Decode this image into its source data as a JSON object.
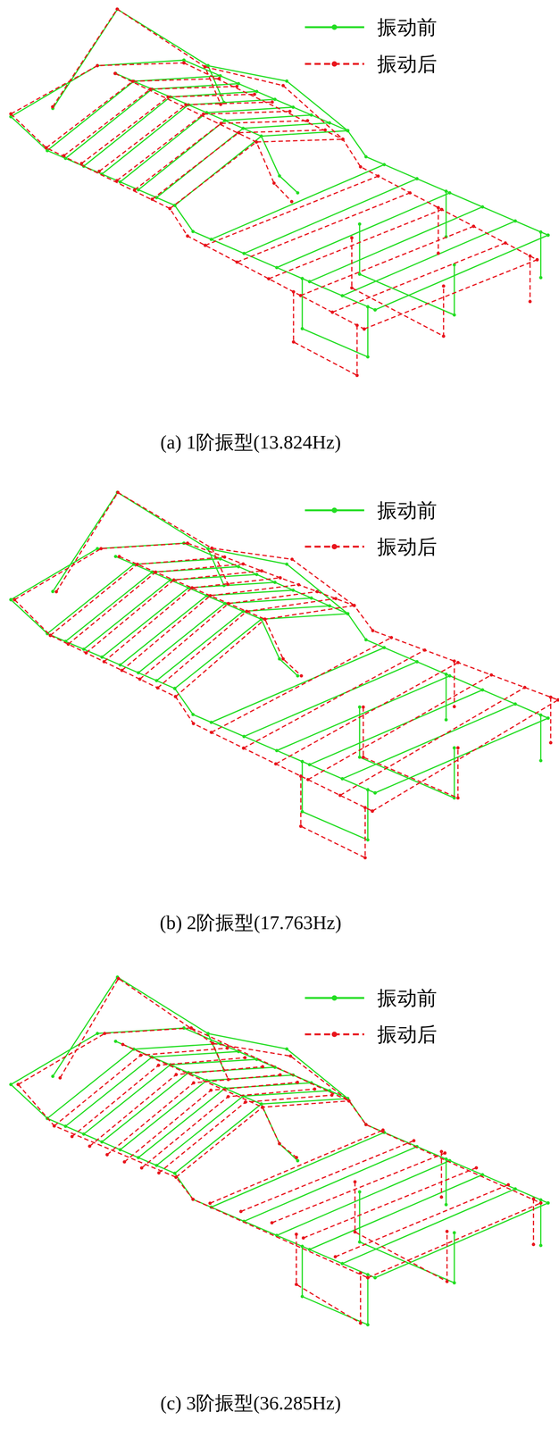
{
  "diagram": {
    "labels": [
      "(a) 1阶振型(13.824Hz)",
      "(b) 2阶振型(17.763Hz)",
      "(c) 3阶振型(36.285Hz)"
    ],
    "legend": [
      {
        "text": "振动前"
      },
      {
        "text": "振动后"
      },
      {
        "text": "振动前"
      },
      {
        "text": "振动后"
      },
      {
        "text": "振动前"
      },
      {
        "text": "振动后"
      }
    ]
  }
}
